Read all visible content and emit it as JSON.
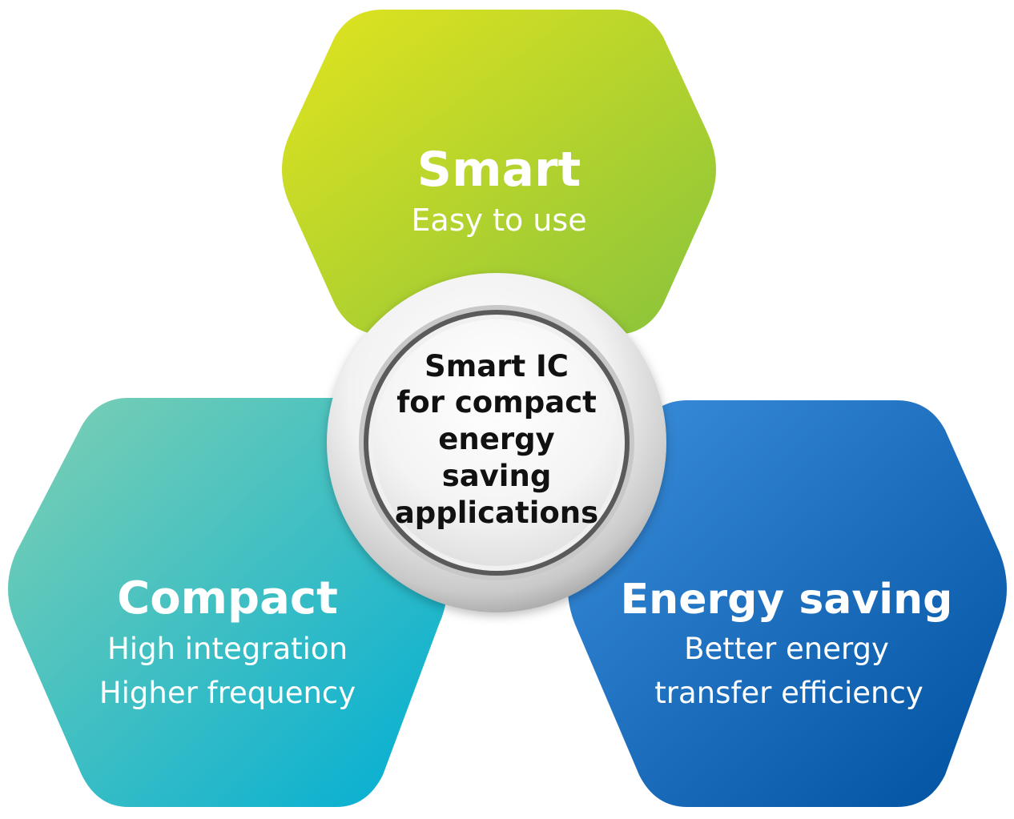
{
  "smart": {
    "title": "Smart",
    "subtitle": "Easy to use",
    "color_start": "#e2e41e",
    "color_end": "#88c33c"
  },
  "compact": {
    "title": "Compact",
    "line1": "High integration",
    "line2": "Higher frequency",
    "color_start": "#7fd0b2",
    "color_end": "#00aed4"
  },
  "energy": {
    "title": "Energy saving",
    "line1": "Better energy",
    "line2": "transfer efficiency",
    "color_start": "#3b8fdc",
    "color_end": "#0050a0"
  },
  "center": {
    "line1": "Smart IC",
    "line2": "for compact",
    "line3": "energy",
    "line4": "saving",
    "line5": "applications"
  }
}
